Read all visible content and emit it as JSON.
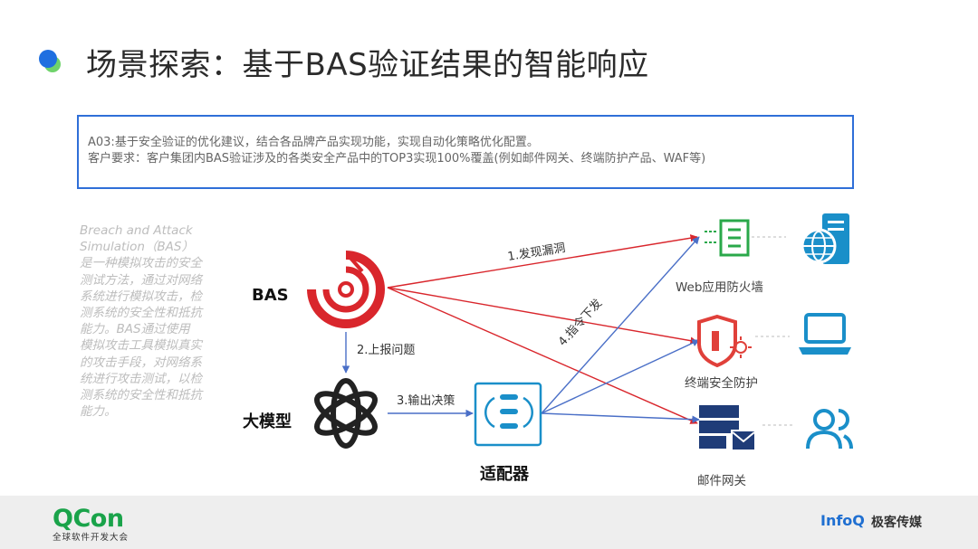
{
  "title": "场景探索：基于BAS验证结果的智能响应",
  "requirement": {
    "line1": "A03:基于安全验证的优化建议，结合各品牌产品实现功能，实现自动化策略优化配置。",
    "line2": "客户要求：客户集团内BAS验证涉及的各类安全产品中的TOP3实现100%覆盖(例如邮件网关、终端防护产品、WAF等)"
  },
  "side_text": "Breach and Attack Simulation（BAS）是一种模拟攻击的安全测试方法，通过对网络系统进行模拟攻击，检测系统的安全性和抵抗能力。BAS通过使用模拟攻击工具模拟真实的攻击手段，对网络系统进行攻击测试，以检测系统的安全性和抵抗能力。",
  "diagram": {
    "nodes": {
      "bas": "BAS",
      "llm": "大模型",
      "adapter": "适配器"
    },
    "edges": {
      "e1": "1.发现漏洞",
      "e2": "2.上报问题",
      "e3": "3.输出决策",
      "e4": "4.指令下发"
    },
    "targets": {
      "waf": "Web应用防火墙",
      "endpoint": "终端安全防护",
      "mail": "邮件网关"
    }
  },
  "footer": {
    "qcon": "QCon",
    "qcon_sub": "全球软件开发大会",
    "infoq": "InfoQ",
    "infoq_cn": "极客传媒"
  },
  "colors": {
    "accent_blue": "#2f6fd8",
    "bas_red": "#d9262c",
    "icon_teal": "#1a8fc9",
    "qcon_green": "#1aa34a"
  }
}
